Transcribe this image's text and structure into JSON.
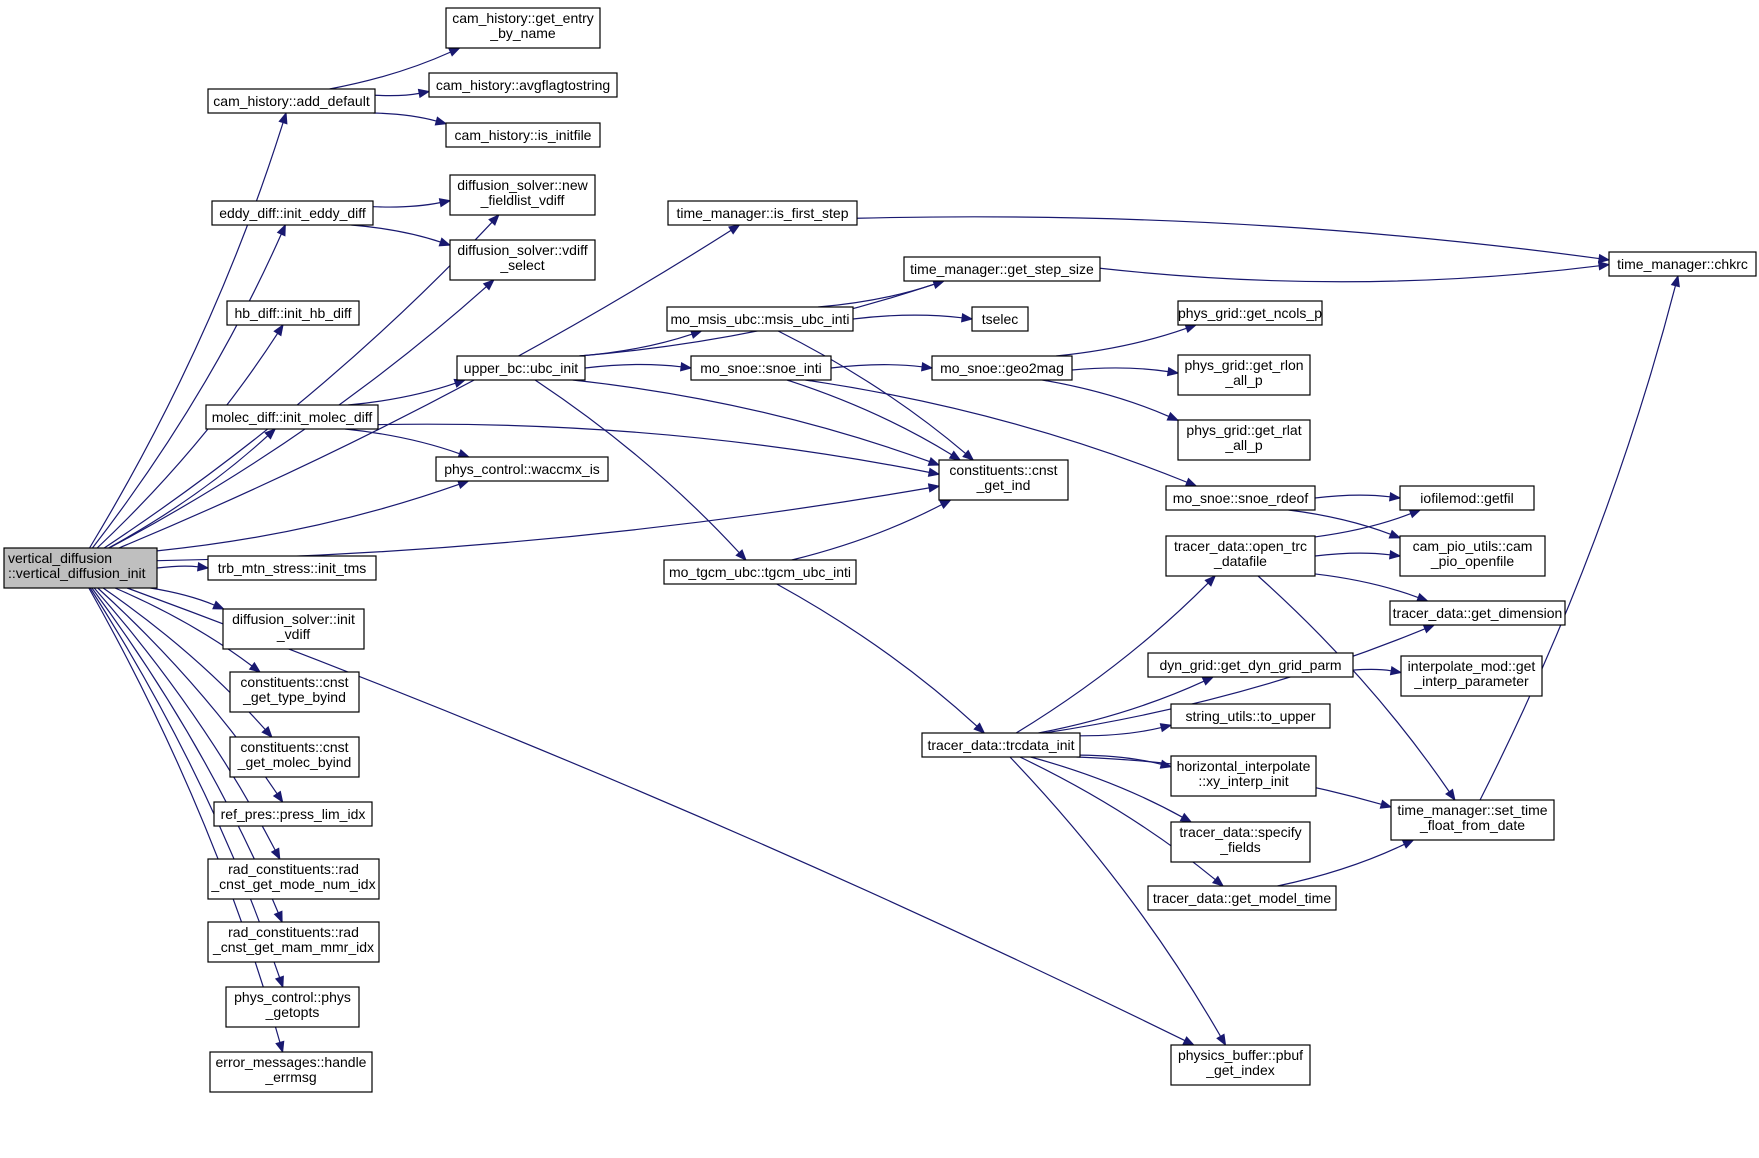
{
  "colors": {
    "edge": "#191970",
    "root_fill": "#bfbfbf",
    "node_fill": "#ffffff",
    "node_border": "#000000"
  },
  "nodes": [
    {
      "id": "vd_init",
      "lines": [
        "vertical_diffusion",
        "::vertical_diffusion_init"
      ],
      "root": true
    },
    {
      "id": "ch_add_default",
      "lines": [
        "cam_history::add_default"
      ]
    },
    {
      "id": "ch_get_entry",
      "lines": [
        "cam_history::get_entry",
        "_by_name"
      ]
    },
    {
      "id": "ch_avgflag",
      "lines": [
        "cam_history::avgflagtostring"
      ]
    },
    {
      "id": "ch_is_initfile",
      "lines": [
        "cam_history::is_initfile"
      ]
    },
    {
      "id": "ds_new_fieldlist",
      "lines": [
        "diffusion_solver::new",
        "_fieldlist_vdiff"
      ]
    },
    {
      "id": "ed_init",
      "lines": [
        "eddy_diff::init_eddy_diff"
      ]
    },
    {
      "id": "ds_vdiff_select",
      "lines": [
        "diffusion_solver::vdiff",
        "_select"
      ]
    },
    {
      "id": "tm_is_first_step",
      "lines": [
        "time_manager::is_first_step"
      ]
    },
    {
      "id": "tm_chkrc",
      "lines": [
        "time_manager::chkrc"
      ]
    },
    {
      "id": "tm_get_step_size",
      "lines": [
        "time_manager::get_step_size"
      ]
    },
    {
      "id": "hb_init",
      "lines": [
        "hb_diff::init_hb_diff"
      ]
    },
    {
      "id": "msis_inti",
      "lines": [
        "mo_msis_ubc::msis_ubc_inti"
      ]
    },
    {
      "id": "tselec",
      "lines": [
        "tselec"
      ]
    },
    {
      "id": "pg_ncols",
      "lines": [
        "phys_grid::get_ncols_p"
      ]
    },
    {
      "id": "ubc_init",
      "lines": [
        "upper_bc::ubc_init"
      ]
    },
    {
      "id": "snoe_inti",
      "lines": [
        "mo_snoe::snoe_inti"
      ]
    },
    {
      "id": "geo2mag",
      "lines": [
        "mo_snoe::geo2mag"
      ]
    },
    {
      "id": "pg_rlon",
      "lines": [
        "phys_grid::get_rlon",
        "_all_p"
      ]
    },
    {
      "id": "md_init",
      "lines": [
        "molec_diff::init_molec_diff"
      ]
    },
    {
      "id": "pg_rlat",
      "lines": [
        "phys_grid::get_rlat",
        "_all_p"
      ]
    },
    {
      "id": "pc_waccmx",
      "lines": [
        "phys_control::waccmx_is"
      ]
    },
    {
      "id": "cnst_get_ind",
      "lines": [
        "constituents::cnst",
        "_get_ind"
      ]
    },
    {
      "id": "snoe_rdeof",
      "lines": [
        "mo_snoe::snoe_rdeof"
      ]
    },
    {
      "id": "getfil",
      "lines": [
        "iofilemod::getfil"
      ]
    },
    {
      "id": "open_trc",
      "lines": [
        "tracer_data::open_trc",
        "_datafile"
      ]
    },
    {
      "id": "pio_openfile",
      "lines": [
        "cam_pio_utils::cam",
        "_pio_openfile"
      ]
    },
    {
      "id": "tms_init",
      "lines": [
        "trb_mtn_stress::init_tms"
      ]
    },
    {
      "id": "tgcm_inti",
      "lines": [
        "mo_tgcm_ubc::tgcm_ubc_inti"
      ]
    },
    {
      "id": "get_dimension",
      "lines": [
        "tracer_data::get_dimension"
      ]
    },
    {
      "id": "ds_init_vdiff",
      "lines": [
        "diffusion_solver::init",
        "_vdiff"
      ]
    },
    {
      "id": "dyn_grid_parm",
      "lines": [
        "dyn_grid::get_dyn_grid_parm"
      ]
    },
    {
      "id": "interp_param",
      "lines": [
        "interpolate_mod::get",
        "_interp_parameter"
      ]
    },
    {
      "id": "cnst_type_byind",
      "lines": [
        "constituents::cnst",
        "_get_type_byind"
      ]
    },
    {
      "id": "to_upper",
      "lines": [
        "string_utils::to_upper"
      ]
    },
    {
      "id": "trcdata_init",
      "lines": [
        "tracer_data::trcdata_init"
      ]
    },
    {
      "id": "cnst_molec_byind",
      "lines": [
        "constituents::cnst",
        "_get_molec_byind"
      ]
    },
    {
      "id": "xy_interp_init",
      "lines": [
        "horizontal_interpolate",
        "::xy_interp_init"
      ]
    },
    {
      "id": "press_lim_idx",
      "lines": [
        "ref_pres::press_lim_idx"
      ]
    },
    {
      "id": "set_time_float",
      "lines": [
        "time_manager::set_time",
        "_float_from_date"
      ]
    },
    {
      "id": "specify_fields",
      "lines": [
        "tracer_data::specify",
        "_fields"
      ]
    },
    {
      "id": "rad_mode_num",
      "lines": [
        "rad_constituents::rad",
        "_cnst_get_mode_num_idx"
      ]
    },
    {
      "id": "get_model_time",
      "lines": [
        "tracer_data::get_model_time"
      ]
    },
    {
      "id": "rad_mam_mmr",
      "lines": [
        "rad_constituents::rad",
        "_cnst_get_mam_mmr_idx"
      ]
    },
    {
      "id": "phys_getopts",
      "lines": [
        "phys_control::phys",
        "_getopts"
      ]
    },
    {
      "id": "handle_errmsg",
      "lines": [
        "error_messages::handle",
        "_errmsg"
      ]
    },
    {
      "id": "pbuf_get_index",
      "lines": [
        "physics_buffer::pbuf",
        "_get_index"
      ]
    }
  ],
  "edges": [
    [
      "vd_init",
      "ch_add_default"
    ],
    [
      "vd_init",
      "ds_new_fieldlist"
    ],
    [
      "vd_init",
      "ed_init"
    ],
    [
      "vd_init",
      "ds_vdiff_select"
    ],
    [
      "vd_init",
      "hb_init"
    ],
    [
      "vd_init",
      "tm_is_first_step"
    ],
    [
      "vd_init",
      "md_init"
    ],
    [
      "vd_init",
      "pc_waccmx"
    ],
    [
      "vd_init",
      "cnst_get_ind"
    ],
    [
      "vd_init",
      "tms_init"
    ],
    [
      "vd_init",
      "ds_init_vdiff"
    ],
    [
      "vd_init",
      "cnst_type_byind"
    ],
    [
      "vd_init",
      "cnst_molec_byind"
    ],
    [
      "vd_init",
      "press_lim_idx"
    ],
    [
      "vd_init",
      "rad_mode_num"
    ],
    [
      "vd_init",
      "rad_mam_mmr"
    ],
    [
      "vd_init",
      "phys_getopts"
    ],
    [
      "vd_init",
      "handle_errmsg"
    ],
    [
      "vd_init",
      "pbuf_get_index"
    ],
    [
      "ch_add_default",
      "ch_get_entry"
    ],
    [
      "ch_add_default",
      "ch_avgflag"
    ],
    [
      "ch_add_default",
      "ch_is_initfile"
    ],
    [
      "ed_init",
      "ds_new_fieldlist"
    ],
    [
      "ed_init",
      "ds_vdiff_select"
    ],
    [
      "tm_is_first_step",
      "tm_chkrc"
    ],
    [
      "tm_get_step_size",
      "tm_chkrc"
    ],
    [
      "md_init",
      "ubc_init"
    ],
    [
      "md_init",
      "pc_waccmx"
    ],
    [
      "md_init",
      "cnst_get_ind"
    ],
    [
      "ubc_init",
      "tm_get_step_size"
    ],
    [
      "ubc_init",
      "msis_inti"
    ],
    [
      "ubc_init",
      "snoe_inti"
    ],
    [
      "ubc_init",
      "cnst_get_ind"
    ],
    [
      "ubc_init",
      "tgcm_inti"
    ],
    [
      "msis_inti",
      "tm_get_step_size"
    ],
    [
      "msis_inti",
      "tselec"
    ],
    [
      "msis_inti",
      "cnst_get_ind"
    ],
    [
      "snoe_inti",
      "geo2mag"
    ],
    [
      "snoe_inti",
      "cnst_get_ind"
    ],
    [
      "snoe_inti",
      "snoe_rdeof"
    ],
    [
      "geo2mag",
      "pg_ncols"
    ],
    [
      "geo2mag",
      "pg_rlon"
    ],
    [
      "geo2mag",
      "pg_rlat"
    ],
    [
      "snoe_rdeof",
      "getfil"
    ],
    [
      "snoe_rdeof",
      "pio_openfile"
    ],
    [
      "tgcm_inti",
      "cnst_get_ind"
    ],
    [
      "tgcm_inti",
      "trcdata_init"
    ],
    [
      "open_trc",
      "getfil"
    ],
    [
      "open_trc",
      "pio_openfile"
    ],
    [
      "open_trc",
      "get_dimension"
    ],
    [
      "open_trc",
      "set_time_float"
    ],
    [
      "trcdata_init",
      "open_trc"
    ],
    [
      "trcdata_init",
      "get_dimension"
    ],
    [
      "trcdata_init",
      "dyn_grid_parm"
    ],
    [
      "trcdata_init",
      "to_upper"
    ],
    [
      "trcdata_init",
      "xy_interp_init"
    ],
    [
      "trcdata_init",
      "specify_fields"
    ],
    [
      "trcdata_init",
      "get_model_time"
    ],
    [
      "trcdata_init",
      "set_time_float"
    ],
    [
      "trcdata_init",
      "pbuf_get_index"
    ],
    [
      "dyn_grid_parm",
      "interp_param"
    ],
    [
      "get_model_time",
      "set_time_float"
    ],
    [
      "set_time_float",
      "tm_chkrc"
    ]
  ]
}
